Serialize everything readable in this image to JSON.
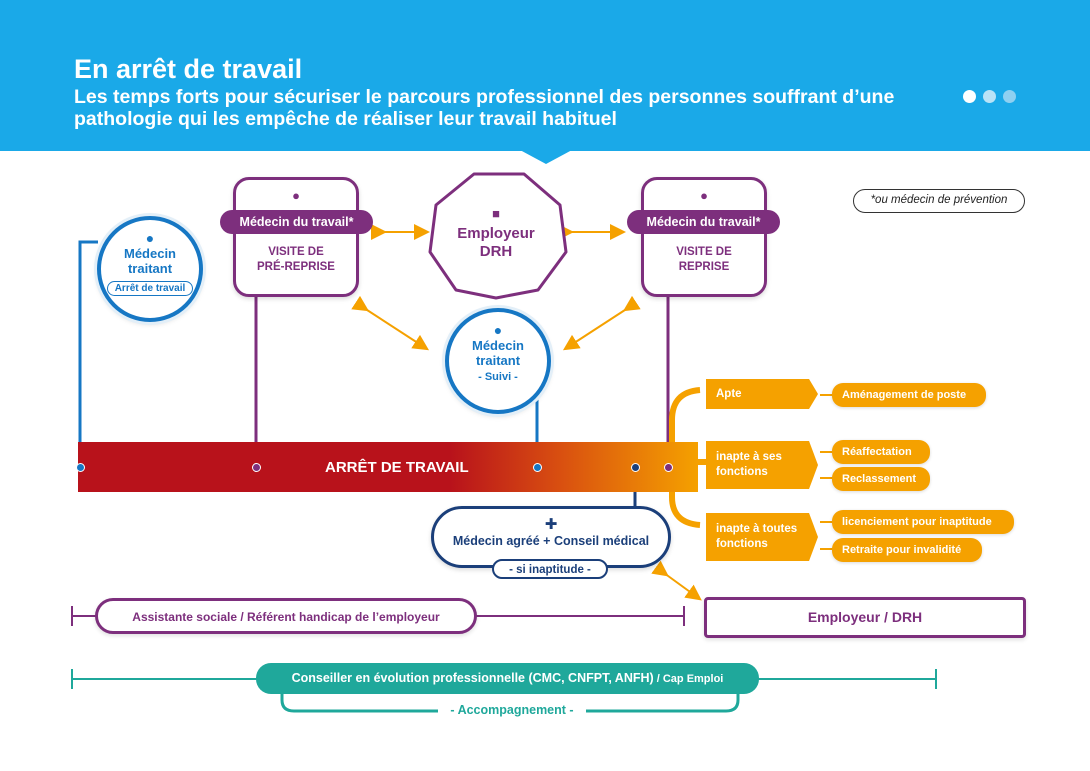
{
  "header": {
    "title": "En arrêt de travail",
    "subtitle": "Les temps forts pour sécuriser le parcours professionnel des personnes souffrant d’une pathologie qui les empêche de réaliser leur travail habituel"
  },
  "note": "*ou médecin de prévention",
  "medecin_traitant_left": {
    "title_line1": "Médecin",
    "title_line2": "traitant",
    "tag": "Arrêt de travail"
  },
  "pre_reprise": {
    "label": "Médecin du travail*",
    "line1": "VISITE DE",
    "line2": "PRÉ-REPRISE"
  },
  "employeur_center": {
    "line1": "Employeur",
    "line2": "DRH"
  },
  "reprise": {
    "label": "Médecin du travail*",
    "line1": "VISITE DE",
    "line2": "REPRISE"
  },
  "medecin_traitant_suivi": {
    "title_line1": "Médecin",
    "title_line2": "traitant",
    "tag": "- Suivi -"
  },
  "bar": {
    "label": "ARRÊT DE TRAVAIL"
  },
  "outcomes": [
    {
      "label": "Apte",
      "results": [
        "Aménagement de poste"
      ]
    },
    {
      "label_line1": "inapte à ses",
      "label_line2": "fonctions",
      "results": [
        "Réaffectation",
        "Reclassement"
      ]
    },
    {
      "label_line1": "inapte à toutes",
      "label_line2": "fonctions",
      "results": [
        "licenciement pour inaptitude",
        "Retraite pour invalidité"
      ]
    }
  ],
  "medecin_agree": {
    "title": "Médecin agréé + Conseil médical",
    "tag": "- si inaptitude -"
  },
  "assistante": {
    "label": "Assistante sociale / Référent handicap de l’employeur"
  },
  "employeur_drh": {
    "label": "Employeur / DRH"
  },
  "conseiller": {
    "label": "Conseiller en évolution professionnelle (CMC, CNFPT, ANFH)",
    "label_suffix": " / Cap Emploi",
    "tag": "- Accompagnement -"
  },
  "colors": {
    "header": "#1aa9e8",
    "blue": "#1677c4",
    "purple": "#7d2f7d",
    "red": "#b8121b",
    "orange": "#f5a100",
    "navy": "#1b3f7a",
    "teal": "#1fa89b"
  }
}
